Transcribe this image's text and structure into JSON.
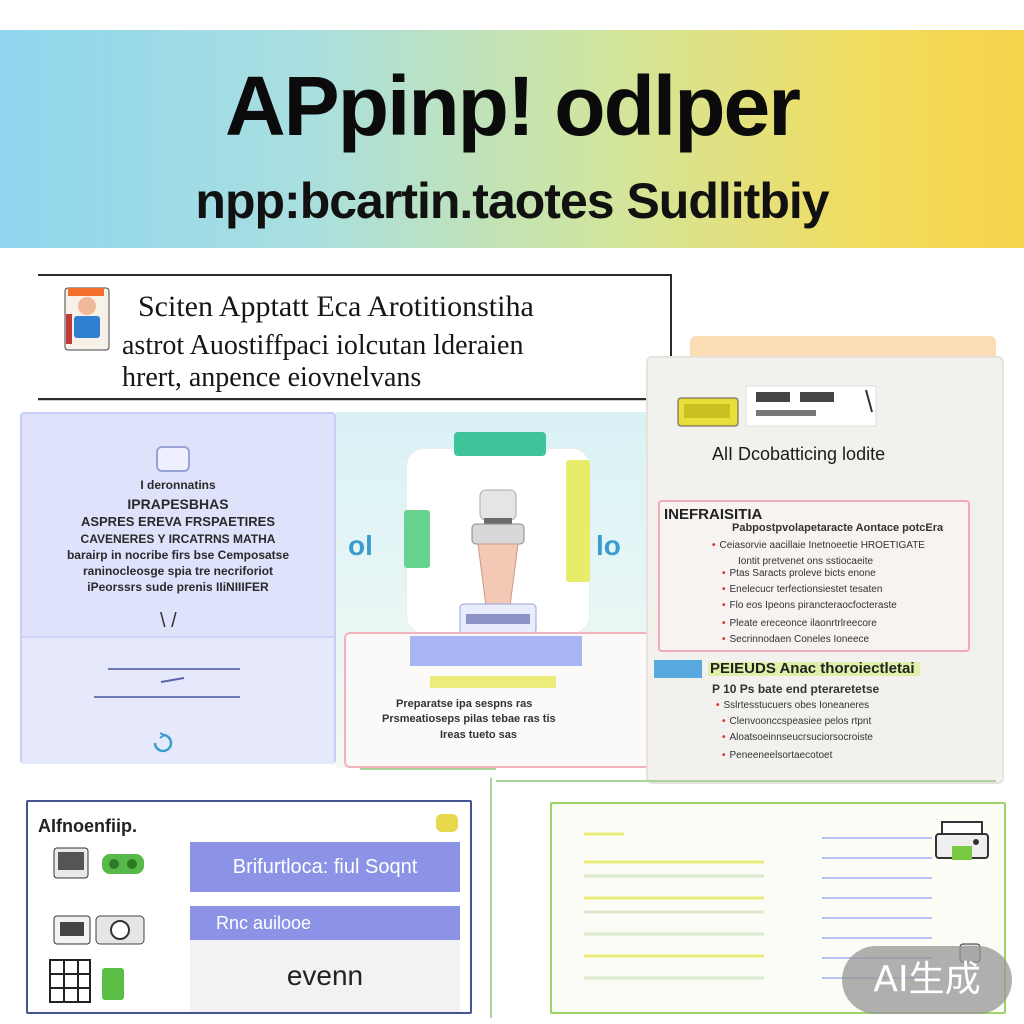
{
  "banner": {
    "title": "APpinp! odlper",
    "subtitle": "npp:bcartin.taotes Sudlitbiy"
  },
  "info_card": {
    "line1": "Sciten Apptatt Eca Arotitionstiha",
    "line2": "astrot Auostiffpaci iolcutan lderaien",
    "line3": "hrert, anpence eiovnelvans"
  },
  "left_panel": {
    "lines": [
      "I deronnatins",
      "IPRAPESBHAS",
      "ASPRES EREVA FRSPAETIRES",
      "CAVENERES Y IRCATRNS MATHA",
      "barairp in nocribe firs bse Cemposatse",
      "raninocleosge spia tre necriforiot",
      "iPeorssrs sude prenis IIiNIIIFER"
    ]
  },
  "center_panel": {
    "lines": [
      "Preparatse ipa sespns ras",
      "Prsmeatioseps pilas tebae ras tis",
      "Ireas tueto sas"
    ]
  },
  "right_panel": {
    "label": "AlI Dcobatticing lodite",
    "heading": "INEFRAISITIA",
    "box_lines": [
      "Pabpostpvolapetaracte Aontace potcEra",
      "Ceiasorvie aacillaie Inetnoeetie HROETIGATE",
      "Iontit pretvenet ons sstiocaeite",
      "Ptas Saracts proleve bicts enone",
      "Enelecucr terfectionsiestet tesaten",
      "Flo eos Ipeons pirancteraocfocteraste",
      "Pleate ereceonce ilaonrtrlreecore",
      "Secrinnodaen Coneles Ioneece"
    ],
    "sub_heading": "PEIEUDS Anac thoroiectletai",
    "sub_lines": [
      "P 10 Ps bate end pteraretetse",
      "Sslrtesstucuers obes Ioneaneres",
      "Clenvoonccspeasiee pelos rtpnt",
      "Aloatsoeinnseucrsuciorsocroiste",
      "Peneeneelsortaecotoet"
    ]
  },
  "bottom_left": {
    "title": "AIfnoenfiip.",
    "button_1": "Brifurtloca: fiul Soqnt",
    "button_2": "Rnc auilooe",
    "input_value": "evenn"
  },
  "watermark": {
    "text": "AI生成"
  },
  "colors": {
    "banner_start": "#8fd6ee",
    "banner_end": "#f5d34a",
    "accent_blue": "#8c93e6",
    "accent_green": "#3ec39b",
    "panel_lavender": "#dfe2fb",
    "border_pink": "#f1a9b3"
  },
  "icons": {
    "info_icon": "person-card-icon",
    "left_top": "badge-icon",
    "left_bottom": "refresh-icon",
    "center_figure": "robot-device-icon",
    "right_toolbar": "toolbar-widgets-icon",
    "bl_icons": [
      "device-icon",
      "camera-icon",
      "grid-icon"
    ],
    "br_icon": "printer-icon"
  }
}
